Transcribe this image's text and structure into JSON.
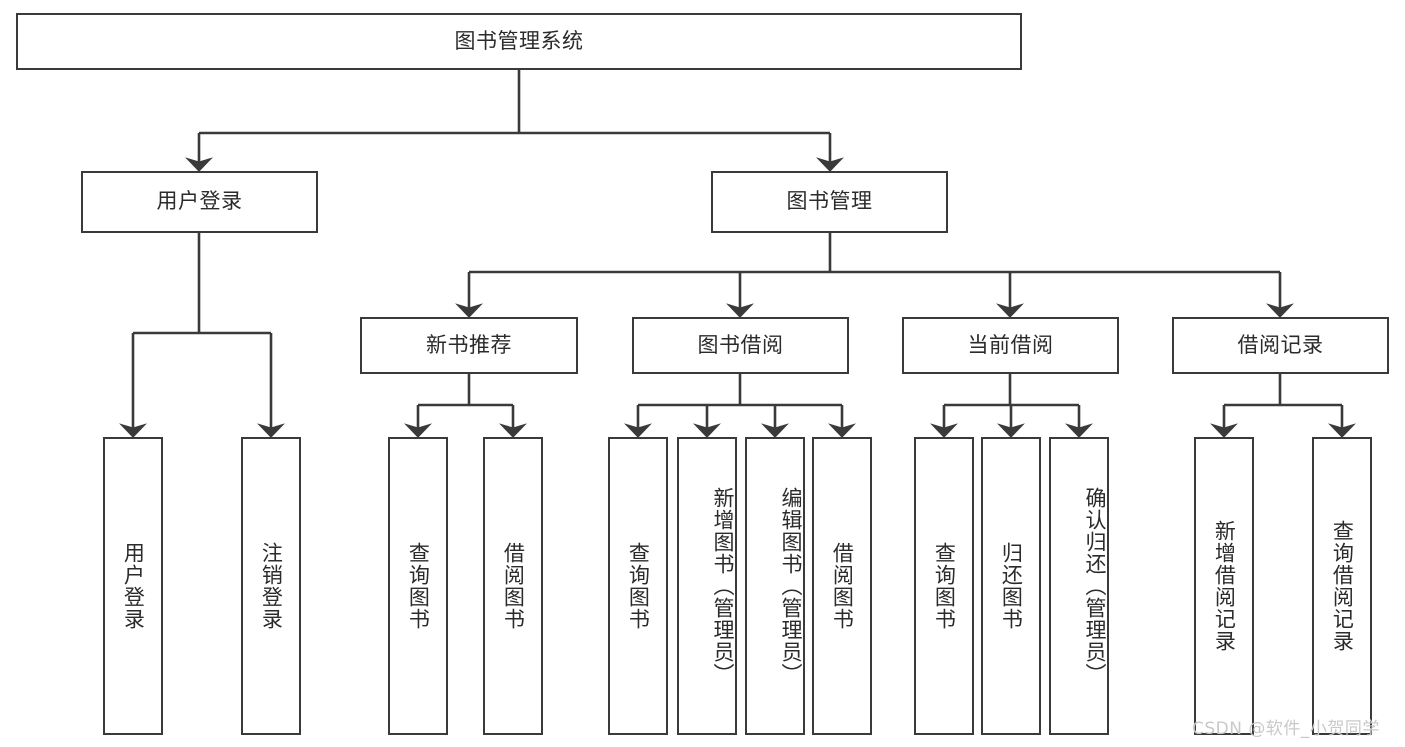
{
  "diagram": {
    "type": "tree-hierarchy",
    "title": "图书管理系统",
    "watermark": "CSDN @软件_小贺同学",
    "style": {
      "box_border_color": "#3a3a3a",
      "box_fill_color": "#ffffff",
      "text_color": "#2b2b2b",
      "edge_color": "#3a3a3a",
      "background_color": "#ffffff",
      "watermark_color": "#c9c9c9"
    },
    "nodes": {
      "root": {
        "label": "图书管理系统",
        "level": 1,
        "orientation": "horizontal"
      },
      "user_login": {
        "label": "用户登录",
        "level": 2,
        "orientation": "horizontal"
      },
      "book_manage": {
        "label": "图书管理",
        "level": 2,
        "orientation": "horizontal"
      },
      "new_book_rec": {
        "label": "新书推荐",
        "level": 3,
        "orientation": "horizontal"
      },
      "book_borrow": {
        "label": "图书借阅",
        "level": 3,
        "orientation": "horizontal"
      },
      "current_borrow": {
        "label": "当前借阅",
        "level": 3,
        "orientation": "horizontal"
      },
      "borrow_record": {
        "label": "借阅记录",
        "level": 3,
        "orientation": "horizontal"
      },
      "leaf_user_login": {
        "label": "用户登录",
        "level": 4,
        "orientation": "vertical"
      },
      "leaf_logout": {
        "label": "注销登录",
        "level": 4,
        "orientation": "vertical"
      },
      "leaf_query_book_1": {
        "label": "查询图书",
        "level": 4,
        "orientation": "vertical"
      },
      "leaf_borrow_book_1": {
        "label": "借阅图书",
        "level": 4,
        "orientation": "vertical"
      },
      "leaf_query_book_2": {
        "label": "查询图书",
        "level": 4,
        "orientation": "vertical"
      },
      "leaf_add_book": {
        "label": "新增图书（管理员）",
        "level": 4,
        "orientation": "vertical"
      },
      "leaf_edit_book": {
        "label": "编辑图书（管理员）",
        "level": 4,
        "orientation": "vertical"
      },
      "leaf_borrow_book_2": {
        "label": "借阅图书",
        "level": 4,
        "orientation": "vertical"
      },
      "leaf_query_book_3": {
        "label": "查询图书",
        "level": 4,
        "orientation": "vertical"
      },
      "leaf_return_book": {
        "label": "归还图书",
        "level": 4,
        "orientation": "vertical"
      },
      "leaf_confirm_return": {
        "label": "确认归还（管理员）",
        "level": 4,
        "orientation": "vertical"
      },
      "leaf_add_record": {
        "label": "新增借阅记录",
        "level": 4,
        "orientation": "vertical"
      },
      "leaf_query_record": {
        "label": "查询借阅记录",
        "level": 4,
        "orientation": "vertical"
      }
    },
    "edges": [
      {
        "from": "root",
        "to": "user_login"
      },
      {
        "from": "root",
        "to": "book_manage"
      },
      {
        "from": "user_login",
        "to": "leaf_user_login"
      },
      {
        "from": "user_login",
        "to": "leaf_logout"
      },
      {
        "from": "book_manage",
        "to": "new_book_rec"
      },
      {
        "from": "book_manage",
        "to": "book_borrow"
      },
      {
        "from": "book_manage",
        "to": "current_borrow"
      },
      {
        "from": "book_manage",
        "to": "borrow_record"
      },
      {
        "from": "new_book_rec",
        "to": "leaf_query_book_1"
      },
      {
        "from": "new_book_rec",
        "to": "leaf_borrow_book_1"
      },
      {
        "from": "book_borrow",
        "to": "leaf_query_book_2"
      },
      {
        "from": "book_borrow",
        "to": "leaf_add_book"
      },
      {
        "from": "book_borrow",
        "to": "leaf_edit_book"
      },
      {
        "from": "book_borrow",
        "to": "leaf_borrow_book_2"
      },
      {
        "from": "current_borrow",
        "to": "leaf_query_book_3"
      },
      {
        "from": "current_borrow",
        "to": "leaf_return_book"
      },
      {
        "from": "current_borrow",
        "to": "leaf_confirm_return"
      },
      {
        "from": "borrow_record",
        "to": "leaf_add_record"
      },
      {
        "from": "borrow_record",
        "to": "leaf_query_record"
      }
    ]
  }
}
